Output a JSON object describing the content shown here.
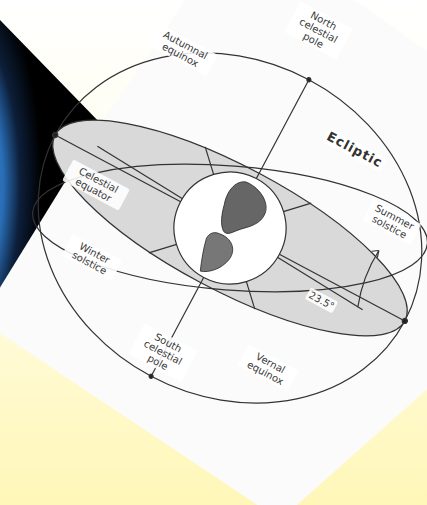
{
  "diagram": {
    "labels": [
      "Autumnal equinox",
      "North celestial pole",
      "Ecliptic",
      "Summer solstice",
      "Celestial equator",
      "Winter solstice",
      "23.5°",
      "South celestial pole",
      "Vernal equinox"
    ]
  }
}
